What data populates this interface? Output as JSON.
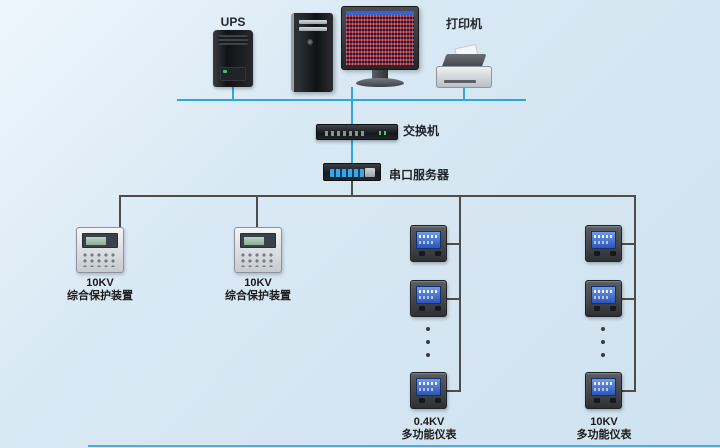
{
  "colors": {
    "background_top": "#eef6fc",
    "background_bottom": "#cfe2ef",
    "lan_line": "#2da7dd",
    "field_line": "#4d4d4d",
    "meter_screen_blue": "#2c55b8"
  },
  "devices": {
    "ups": {
      "label": "UPS"
    },
    "printer": {
      "label": "打印机"
    },
    "switch": {
      "label": "交换机"
    },
    "serial_server": {
      "label": "串口服务器"
    }
  },
  "protection_devices": [
    {
      "kv": "10KV",
      "name": "综合保护装置"
    },
    {
      "kv": "10KV",
      "name": "综合保护装置"
    }
  ],
  "meter_columns": [
    {
      "kv": "0.4KV",
      "name": "多功能仪表"
    },
    {
      "kv": "10KV",
      "name": "多功能仪表"
    }
  ]
}
